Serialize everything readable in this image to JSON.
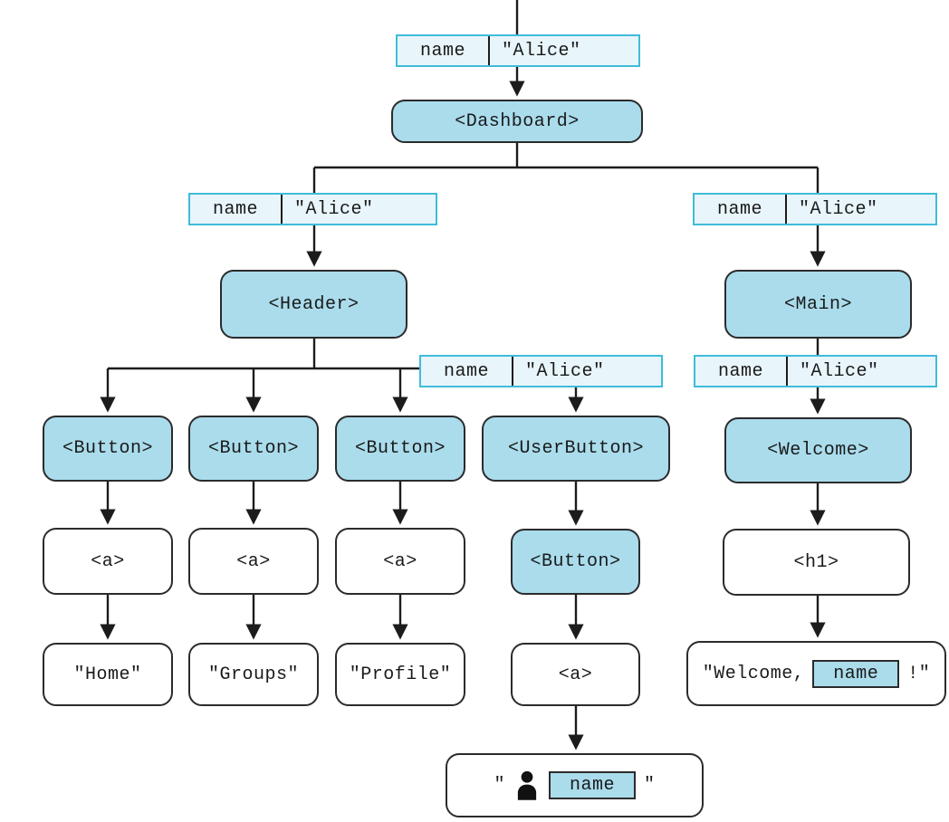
{
  "colors": {
    "component_fill": "#aadcec",
    "box_border": "#2b2b2b",
    "props_fill": "#e8f5fb",
    "props_border": "#3fbcd9",
    "line": "#1c1c1c",
    "text": "#1a1a1a",
    "background": "#ffffff"
  },
  "props_boxes": {
    "dashboard": {
      "key": "name",
      "value": "\"Alice\""
    },
    "header": {
      "key": "name",
      "value": "\"Alice\""
    },
    "main": {
      "key": "name",
      "value": "\"Alice\""
    },
    "user_button": {
      "key": "name",
      "value": "\"Alice\""
    },
    "welcome": {
      "key": "name",
      "value": "\"Alice\""
    }
  },
  "nodes": {
    "dashboard": {
      "label": "<Dashboard>"
    },
    "header": {
      "label": "<Header>"
    },
    "main": {
      "label": "<Main>"
    },
    "button_home": {
      "label": "<Button>"
    },
    "button_groups": {
      "label": "<Button>"
    },
    "button_profile": {
      "label": "<Button>"
    },
    "user_button": {
      "label": "<UserButton>"
    },
    "welcome": {
      "label": "<Welcome>"
    },
    "a_home": {
      "label": "<a>"
    },
    "a_groups": {
      "label": "<a>"
    },
    "a_profile": {
      "label": "<a>"
    },
    "inner_button": {
      "label": "<Button>"
    },
    "h1": {
      "label": "<h1>"
    },
    "a_user": {
      "label": "<a>"
    }
  },
  "leaves": {
    "home": {
      "text": "\"Home\""
    },
    "groups": {
      "text": "\"Groups\""
    },
    "profile": {
      "text": "\"Profile\""
    },
    "welcome_heading": {
      "prefix": "\"Welcome,",
      "chip": "name",
      "suffix": "!\""
    },
    "user_link": {
      "open_quote": "\"",
      "icon": "person-icon",
      "chip": "name",
      "close_quote": "\""
    }
  }
}
